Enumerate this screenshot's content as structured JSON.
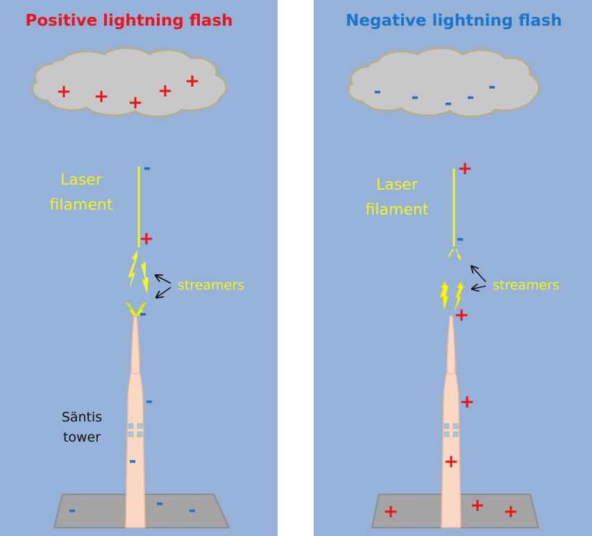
{
  "colors": {
    "panel_bg": "#96b2d8",
    "positive_title": "#e8141e",
    "negative_title": "#1a74c8",
    "laser": "#f5f51e",
    "cloud": "#c8c8c8",
    "tower": "#fbd8c4",
    "ground": "#a4a4a4"
  },
  "left_panel": {
    "title": "Positive lightning flash",
    "laser_label": [
      "Laser",
      "filament"
    ],
    "streamers_label": "streamers",
    "tower_label": [
      "Säntis",
      "tower"
    ],
    "plus_sign": "+",
    "minus_sign": "-"
  },
  "right_panel": {
    "title": "Negative lightning flash",
    "laser_label": [
      "Laser",
      "filament"
    ],
    "streamers_label": "streamers",
    "plus_sign": "+",
    "minus_sign": "-"
  }
}
